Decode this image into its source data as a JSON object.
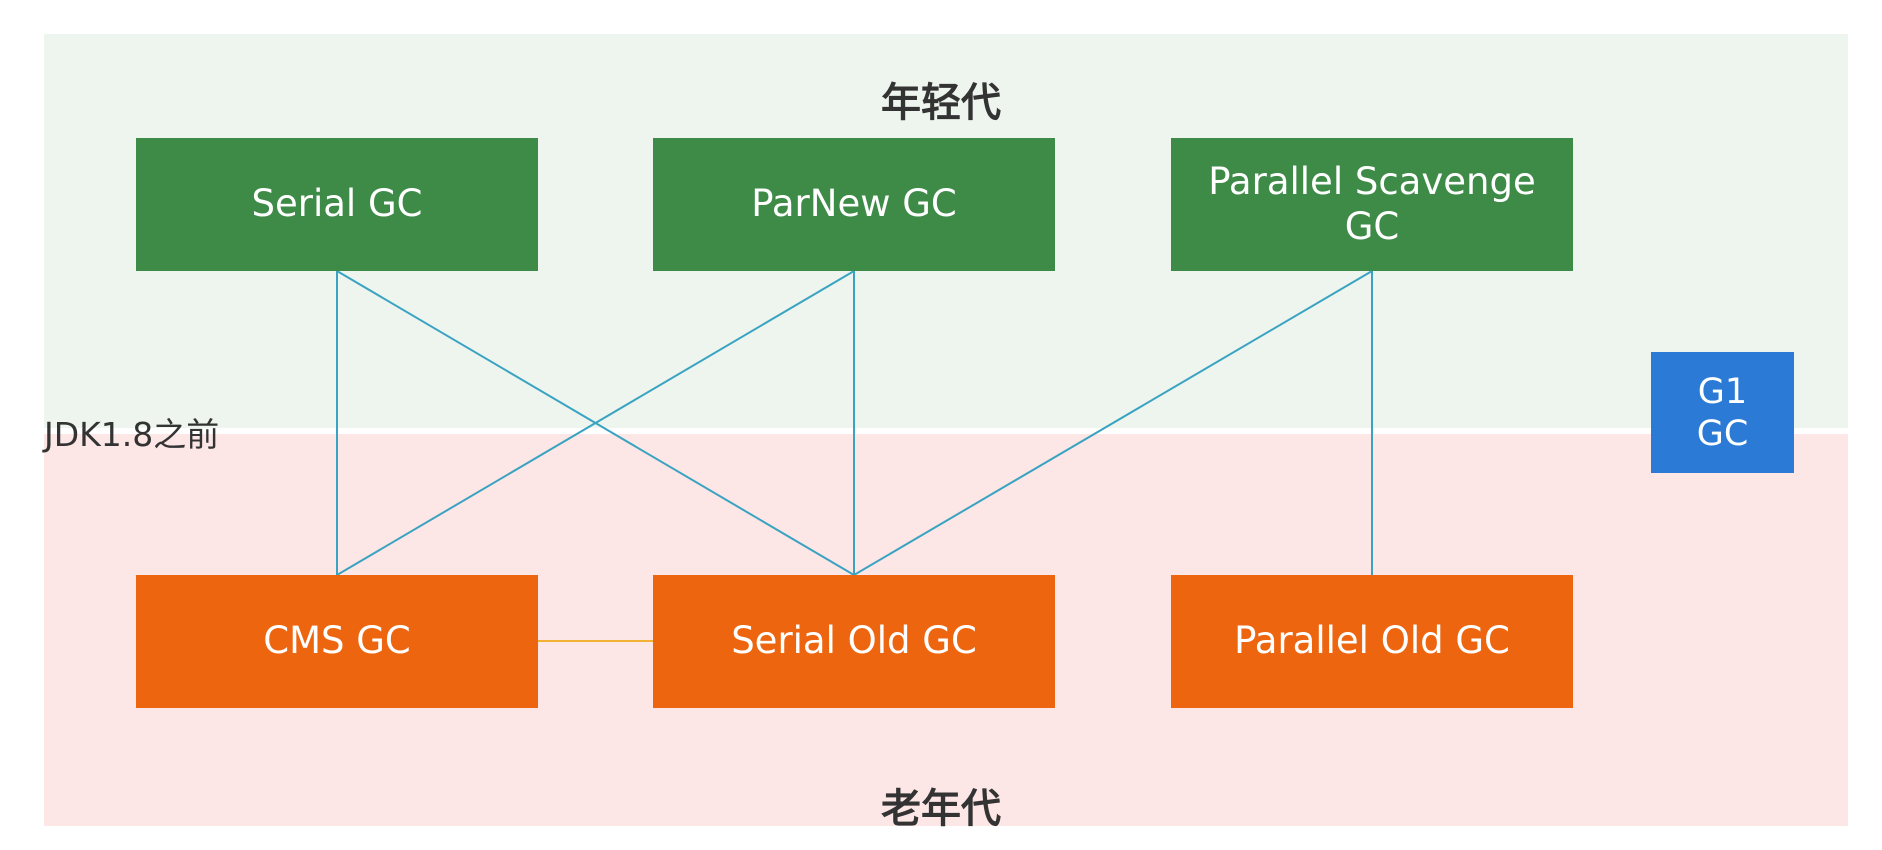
{
  "regions": {
    "young": {
      "title": "年轻代",
      "color": "#edf5ee"
    },
    "old": {
      "title": "老年代",
      "color": "#fde6e6"
    }
  },
  "side_label": "JDK1.8之前",
  "collectors": {
    "serial_gc": "Serial GC",
    "parnew_gc": "ParNew GC",
    "parallel_scavenge_gc": "Parallel Scavenge GC",
    "cms_gc": "CMS GC",
    "serial_old_gc": "Serial Old GC",
    "parallel_old_gc": "Parallel Old GC",
    "g1_line1": "G1",
    "g1_line2": "GC"
  },
  "colors": {
    "young_box": "#3e8b47",
    "old_box": "#ee6510",
    "g1_box": "#2b7bd6",
    "link": "#3aa3c2",
    "fallback_link": "#f2b335"
  },
  "links": [
    {
      "from": "serial_gc",
      "to": "cms_gc"
    },
    {
      "from": "serial_gc",
      "to": "serial_old_gc"
    },
    {
      "from": "parnew_gc",
      "to": "cms_gc"
    },
    {
      "from": "parnew_gc",
      "to": "serial_old_gc"
    },
    {
      "from": "parallel_scavenge_gc",
      "to": "serial_old_gc"
    },
    {
      "from": "parallel_scavenge_gc",
      "to": "parallel_old_gc"
    },
    {
      "from": "cms_gc",
      "to": "serial_old_gc",
      "kind": "fallback"
    }
  ]
}
